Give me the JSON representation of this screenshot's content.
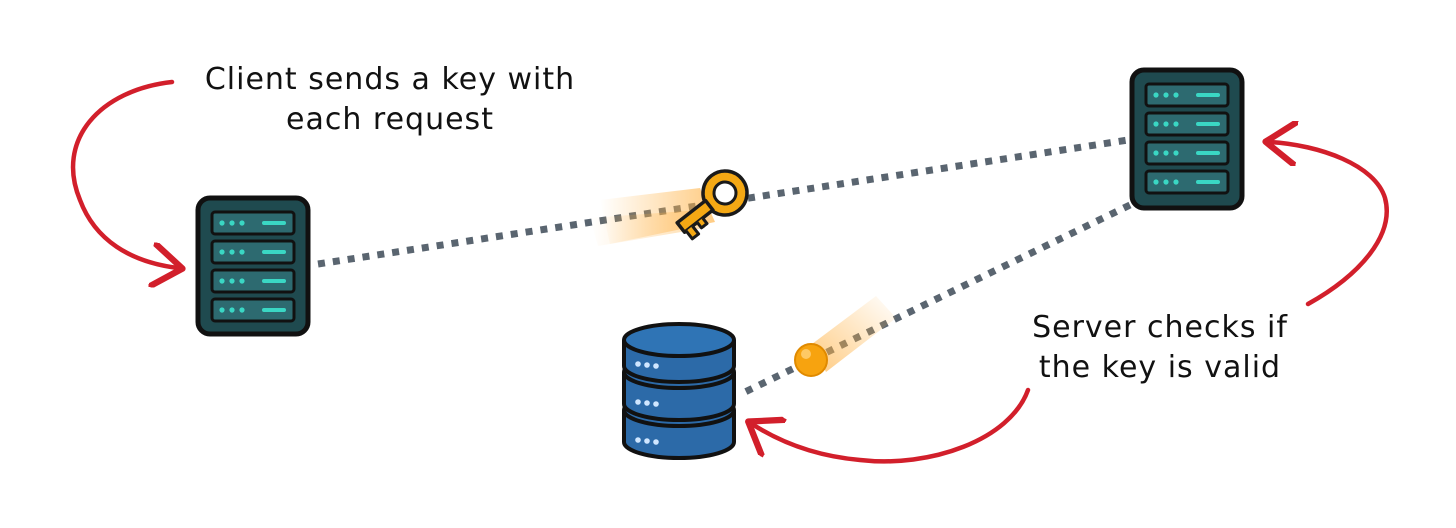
{
  "annotations": {
    "client_note": {
      "line1": "Client sends a key with",
      "line2": "each request"
    },
    "server_note": {
      "line1": "Server checks if",
      "line2": "the key is valid"
    }
  },
  "icons": {
    "client": "server-rack-icon",
    "server": "server-rack-icon",
    "database": "database-icon",
    "key": "key-icon",
    "token": "token-ball-icon"
  },
  "colors": {
    "arrow": "#d21f2b",
    "connector": "#5a6570",
    "rack_body": "#1f4a4f",
    "rack_accent": "#3ad7c4",
    "database_body": "#2c6aa8",
    "key": "#f4a814",
    "glow": "#ffb347"
  }
}
